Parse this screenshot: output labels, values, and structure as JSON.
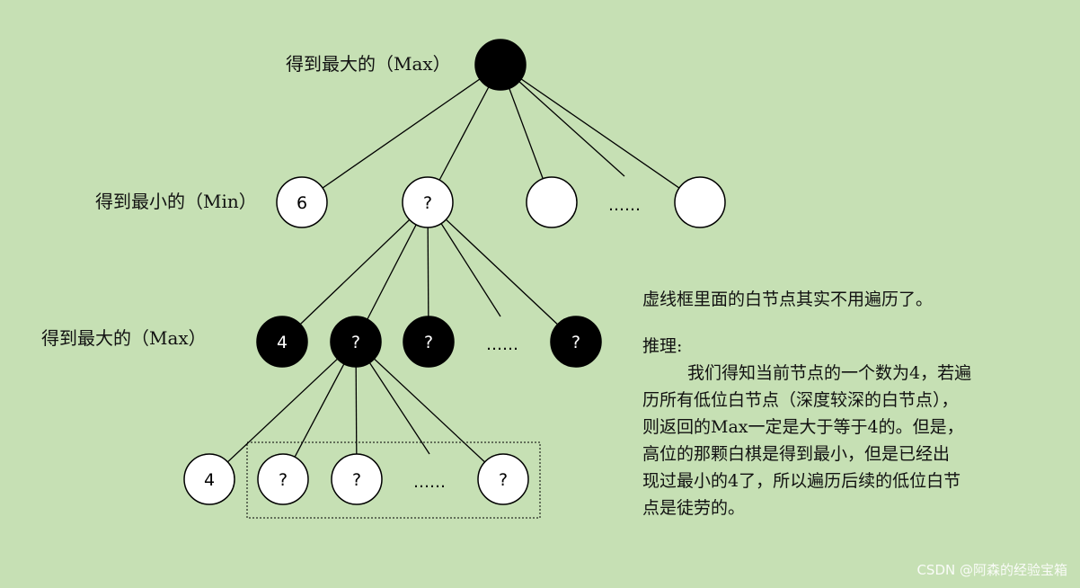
{
  "labels": {
    "level0": "得到最大的（Max）",
    "level1": "得到最小的（Min）",
    "level2": "得到最大的（Max）"
  },
  "tree": {
    "root": {
      "fill": "black",
      "text": ""
    },
    "level1": [
      {
        "fill": "white",
        "text": "6"
      },
      {
        "fill": "white",
        "text": "?"
      },
      {
        "fill": "white",
        "text": ""
      },
      {
        "ellipsis": "……"
      },
      {
        "fill": "white",
        "text": ""
      }
    ],
    "level2": [
      {
        "fill": "black",
        "text": "4"
      },
      {
        "fill": "black",
        "text": "?"
      },
      {
        "fill": "black",
        "text": "?"
      },
      {
        "ellipsis": "……"
      },
      {
        "fill": "black",
        "text": "?"
      }
    ],
    "level3": [
      {
        "fill": "white",
        "text": "4"
      },
      {
        "fill": "white",
        "text": "?"
      },
      {
        "fill": "white",
        "text": "?"
      },
      {
        "ellipsis": "……"
      },
      {
        "fill": "white",
        "text": "?"
      }
    ]
  },
  "notes": {
    "line1": "虚线框里面的白节点其实不用遍历了。",
    "heading": "推理:",
    "para_1": "我们得知当前节点的一个数为4，若遍",
    "para_2": "历所有低位白节点（深度较深的白节点），",
    "para_3": "则返回的Max一定是大于等于4的。但是，",
    "para_4": "高位的那颗白棋是得到最小，但是已经出",
    "para_5": "现过最小的4了，所以遍历后续的低位白节",
    "para_6": "点是徒劳的。"
  },
  "watermark": "CSDN @阿森的经验宝箱",
  "colors": {
    "background": "#c6e0b4",
    "black_node": "#000000",
    "white_node": "#ffffff"
  }
}
